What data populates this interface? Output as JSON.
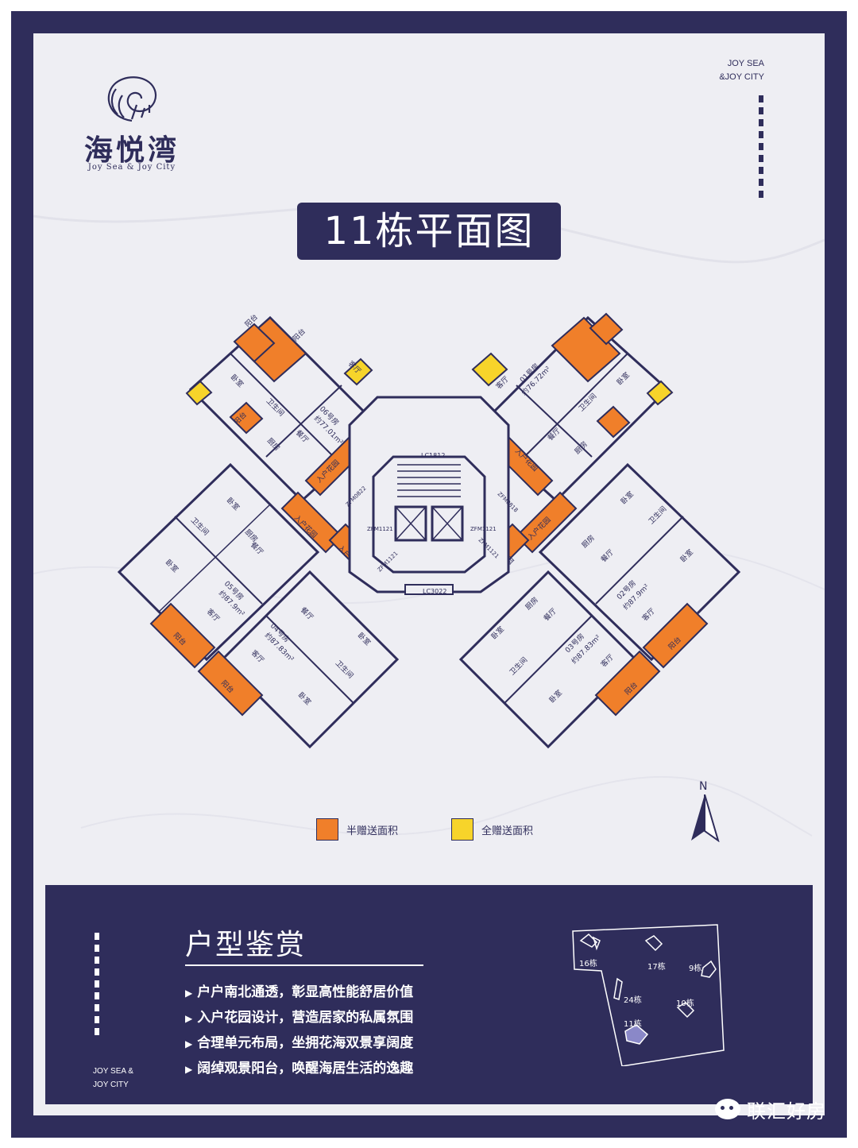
{
  "logo": {
    "name_cn": "海悦湾",
    "name_en": "Joy Sea & Joy City"
  },
  "brand_top_right": {
    "line1": "JOY SEA",
    "line2": "&JOY CITY"
  },
  "title": "11栋平面图",
  "floor_plan": {
    "core_labels": [
      "LC1812",
      "LC3022",
      "ZFM0822",
      "ZFM0818",
      "ZFM1121",
      "ZFM1121",
      "ZFM1121",
      "ZFM1121"
    ],
    "units": [
      {
        "id": "01号房",
        "area": "约76.72m²"
      },
      {
        "id": "02号房",
        "area": "约87.9m²"
      },
      {
        "id": "03号房",
        "area": "约87.83m²"
      },
      {
        "id": "04号房",
        "area": "约87.83m²"
      },
      {
        "id": "05号房",
        "area": "约87.9m²"
      },
      {
        "id": "06号房",
        "area": "约77.01m²"
      }
    ],
    "room_labels": {
      "bedroom": "卧室",
      "living": "客厅",
      "dining": "餐厅",
      "kitchen": "厨房",
      "bath": "卫生间",
      "balcony": "阳台",
      "entry_garden": "入户花园"
    }
  },
  "legend": [
    {
      "label": "半赠送面积",
      "color": "#f07f2a"
    },
    {
      "label": "全赠送面积",
      "color": "#f7d42a"
    }
  ],
  "compass": {
    "label": "N"
  },
  "features": {
    "heading": "户型鉴赏",
    "items": [
      "户户南北通透，彰显高性能舒居价值",
      "入户花园设计，营造居家的私属氛围",
      "合理单元布局，坐拥花海双景享阔度",
      "阔绰观景阳台，唤醒海居生活的逸趣"
    ]
  },
  "brand_bottom_left": {
    "line1": "JOY SEA &",
    "line2": "JOY CITY"
  },
  "site_map": {
    "buildings": [
      "16栋",
      "17栋",
      "9栋",
      "24栋",
      "10栋",
      "11栋"
    ]
  },
  "watermark": "联汇好房",
  "colors": {
    "navy": "#2f2d5b",
    "orange": "#f07f2a",
    "yellow": "#f7d42a",
    "background": "#eeeef3"
  }
}
